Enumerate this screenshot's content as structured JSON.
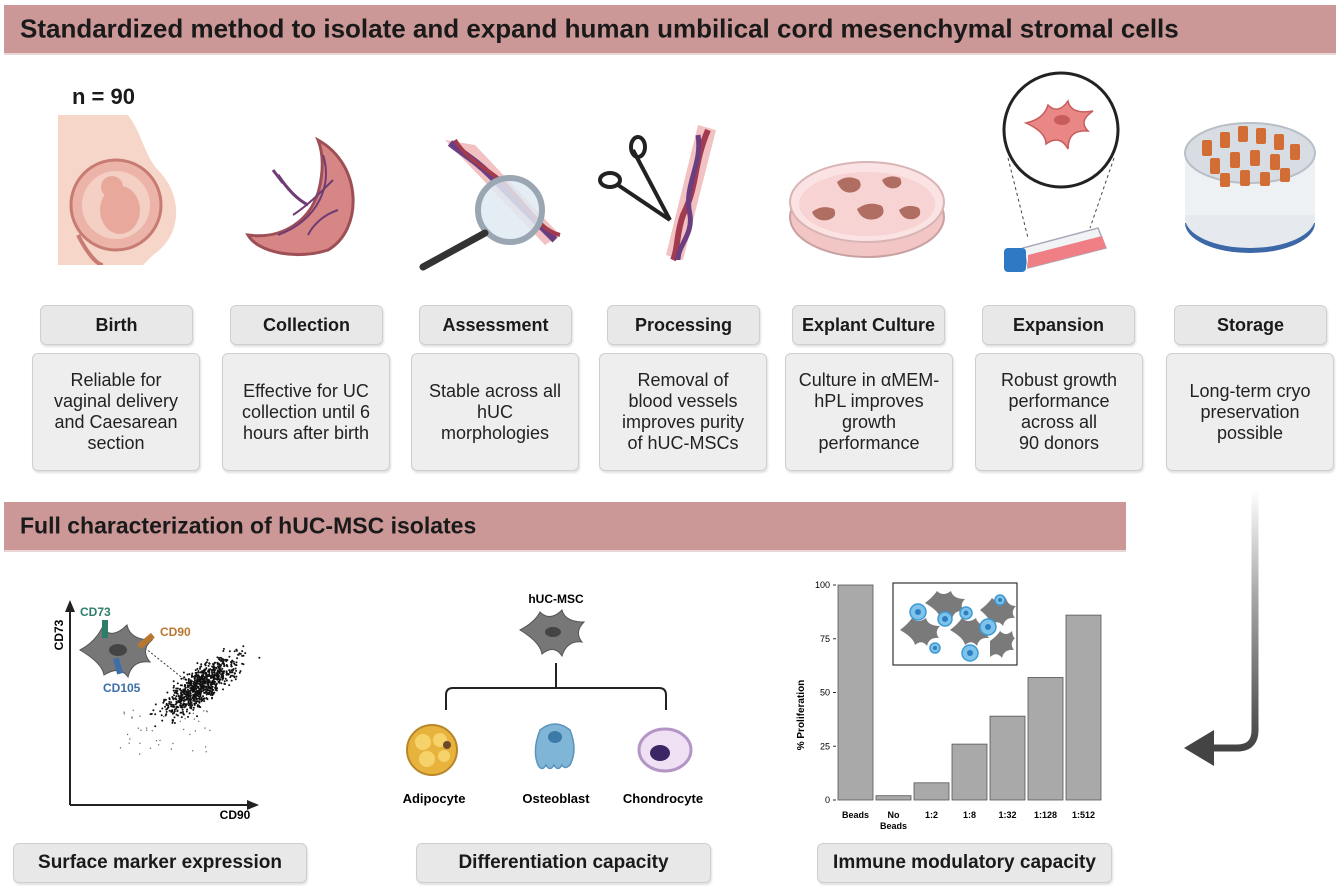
{
  "title": "Standardized method to isolate and expand human umbilical cord mesenchymal stromal cells",
  "sample_size": "n = 90",
  "steps": [
    {
      "name": "Birth",
      "desc": "Reliable for\nvaginal delivery\nand Caesarean\nsection"
    },
    {
      "name": "Collection",
      "desc": "Effective for UC\ncollection until 6\nhours after birth"
    },
    {
      "name": "Assessment",
      "desc": "Stable across all\nhUC\nmorphologies"
    },
    {
      "name": "Processing",
      "desc": "Removal of\nblood vessels\nimproves purity\nof hUC-MSCs"
    },
    {
      "name": "Explant Culture",
      "desc": "Culture in αMEM-\nhPL improves\ngrowth\nperformance"
    },
    {
      "name": "Expansion",
      "desc": "Robust growth\nperformance\nacross all\n90 donors"
    },
    {
      "name": "Storage",
      "desc": "Long-term cryo\npreservation\npossible"
    }
  ],
  "section2_title": "Full characterization of hUC-MSC isolates",
  "surface_marker": {
    "markers": {
      "cd73": "CD73",
      "cd90": "CD90",
      "cd105": "CD105"
    },
    "x_axis": "CD90",
    "y_axis": "CD73",
    "colors": {
      "cd73": "#2e7d6b",
      "cd90": "#b8772f",
      "cd105": "#3c6fa8"
    },
    "label": "Surface marker expression"
  },
  "differentiation": {
    "root": "hUC-MSC",
    "children": [
      "Adipocyte",
      "Osteoblast",
      "Chondrocyte"
    ],
    "label": "Differentiation capacity"
  },
  "immune": {
    "label": "Immune modulatory capacity"
  },
  "chart_data": {
    "type": "bar",
    "ylabel": "% Proliferation",
    "xlabel": "",
    "ylim": [
      0,
      100
    ],
    "yticks": [
      0,
      25,
      50,
      75,
      100
    ],
    "categories": [
      "Beads",
      "No Beads",
      "1:2",
      "1:8",
      "1:32",
      "1:128",
      "1:512"
    ],
    "values": [
      100,
      2,
      8,
      26,
      39,
      57,
      86
    ],
    "bar_color": "#a9a9a9"
  }
}
